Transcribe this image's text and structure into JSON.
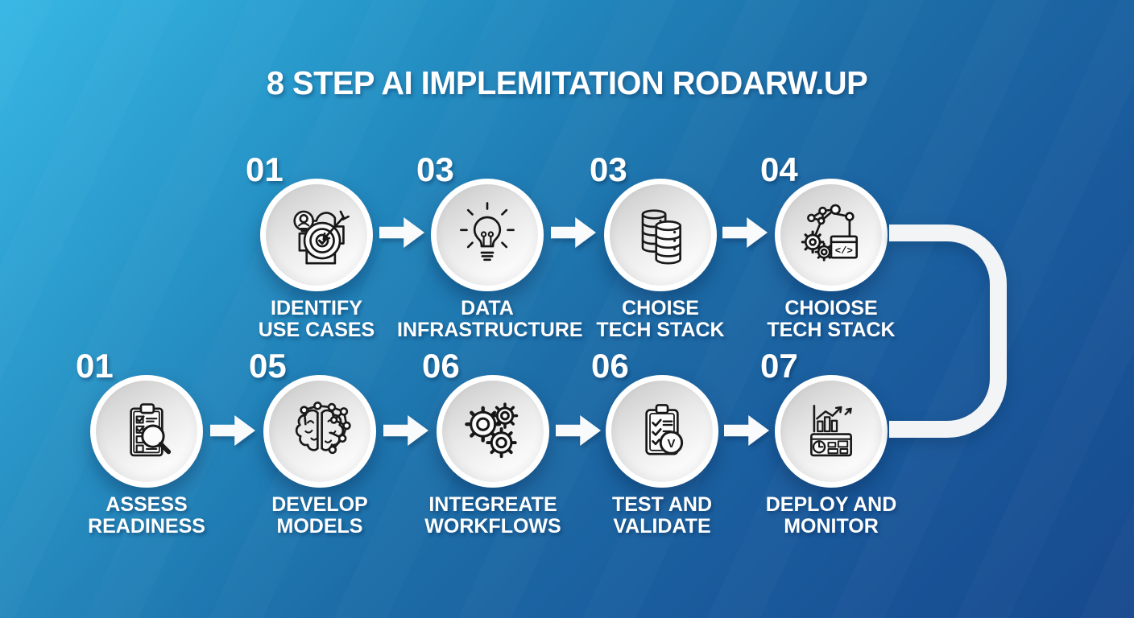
{
  "title": "8 STEP AI IMPLEMITATION RODARW.UP",
  "colors": {
    "background_top_left": "#2db3e3",
    "background_middle": "#1d6ea8",
    "background_bottom_right": "#17498e",
    "circle_ring": "#ffffff",
    "circle_fill_start": "#c7c7c7",
    "circle_fill_end": "#ffffff",
    "arrow": "#f8fafc",
    "connector": "#f2f4f6",
    "icon_stroke": "#151515",
    "text": "#ffffff"
  },
  "steps": [
    {
      "number": "01",
      "label1": "IDENTIFY",
      "label2": "USE CASES",
      "icon": "head-target-icon"
    },
    {
      "number": "03",
      "label1": "DATA",
      "label2": "INFRASTRUCTURE",
      "icon": "lightbulb-icon"
    },
    {
      "number": "03",
      "label1": "CHOISE",
      "label2": "TECH STACK",
      "icon": "database-icon"
    },
    {
      "number": "04",
      "label1": "CHOIOSE",
      "label2": "TECH STACK",
      "icon": "robot-arm-code-icon"
    },
    {
      "number": "01",
      "label1": "ASSESS",
      "label2": "READINESS",
      "icon": "clipboard-magnifier-icon"
    },
    {
      "number": "05",
      "label1": "DEVELOP",
      "label2": "MODELS",
      "icon": "brain-network-icon"
    },
    {
      "number": "06",
      "label1": "INTEGREATE",
      "label2": "WORKFLOWS",
      "icon": "gears-icon"
    },
    {
      "number": "06",
      "label1": "TEST AND",
      "label2": "VALIDATE",
      "icon": "clipboard-validate-icon"
    },
    {
      "number": "07",
      "label1": "DEPLOY AND",
      "label2": "MONITOR",
      "icon": "chart-dashboard-icon"
    }
  ]
}
